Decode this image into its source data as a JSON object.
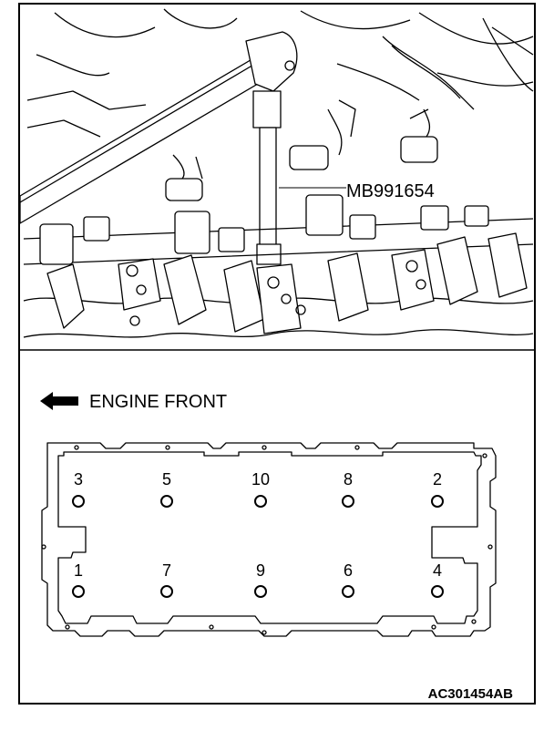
{
  "tool_label": "MB991654",
  "direction_label": "ENGINE FRONT",
  "figure_code": "AC301454AB",
  "bolts": [
    {
      "number": "3"
    },
    {
      "number": "5"
    },
    {
      "number": "10"
    },
    {
      "number": "8"
    },
    {
      "number": "2"
    },
    {
      "number": "1"
    },
    {
      "number": "7"
    },
    {
      "number": "9"
    },
    {
      "number": "6"
    },
    {
      "number": "4"
    }
  ]
}
